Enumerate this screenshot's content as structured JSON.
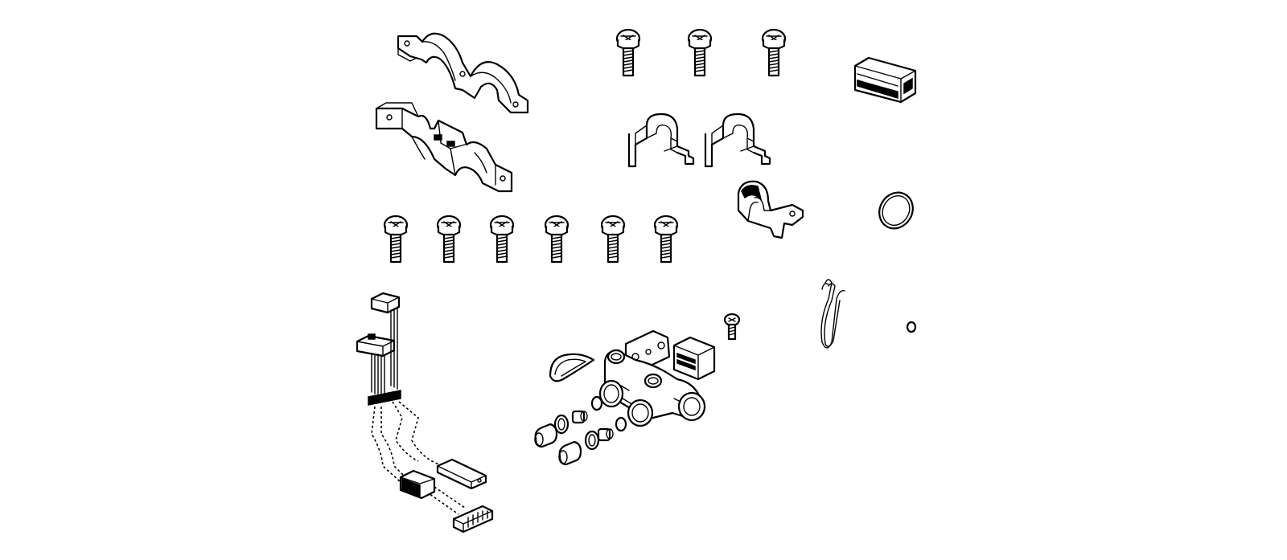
{
  "diagram": {
    "type": "exploded-parts-illustration",
    "background": "#ffffff",
    "line_color": "#000000",
    "parts": [
      {
        "name": "double-pipe-clamp-upper",
        "count": 1
      },
      {
        "name": "double-pipe-clamp-lower",
        "count": 1
      },
      {
        "name": "pan-head-screw-large",
        "count": 3
      },
      {
        "name": "connector-block",
        "count": 1
      },
      {
        "name": "single-pipe-clip",
        "count": 2
      },
      {
        "name": "pipe-saddle-bracket",
        "count": 1
      },
      {
        "name": "o-ring-large",
        "count": 1
      },
      {
        "name": "pan-head-screw-medium",
        "count": 6
      },
      {
        "name": "wire-harness",
        "count": 1
      },
      {
        "name": "small-screw",
        "count": 1
      },
      {
        "name": "spring-clip",
        "count": 1
      },
      {
        "name": "o-ring-small",
        "count": 1
      },
      {
        "name": "diverter-valve-assembly",
        "count": 1
      }
    ]
  }
}
